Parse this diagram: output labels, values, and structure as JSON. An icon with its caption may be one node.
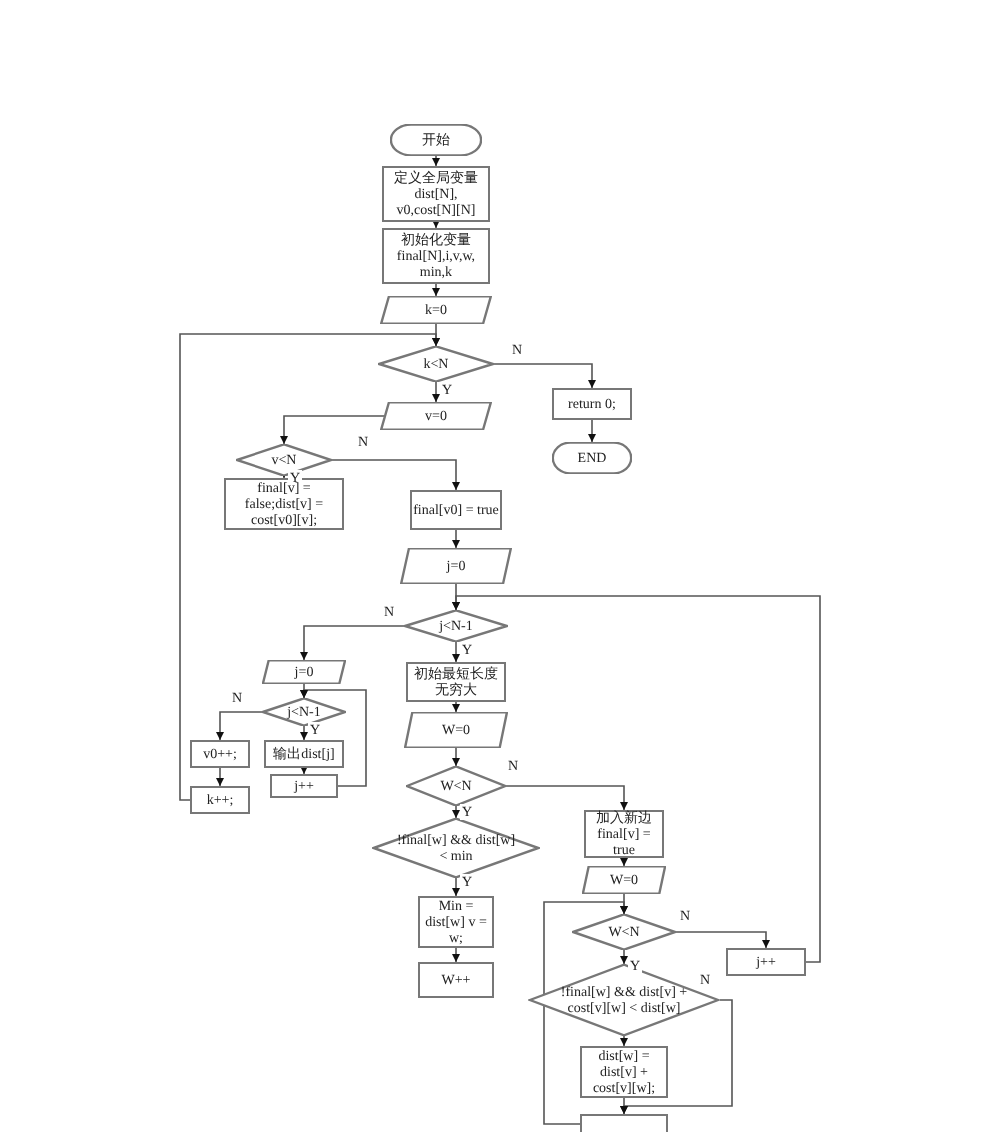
{
  "diagram": {
    "nodes": [
      {
        "text": [
          "开始"
        ]
      },
      {
        "text": [
          "定义全局变量 dist[N], v0,cost[N][N]"
        ]
      },
      {
        "text": [
          "初始化变量 final[N],i,v,w, min,k"
        ]
      },
      {
        "text": [
          "k=0"
        ]
      },
      {
        "text": [
          "k<N"
        ]
      },
      {
        "text": [
          "return 0;"
        ]
      },
      {
        "text": [
          "END"
        ]
      },
      {
        "text": [
          "v=0"
        ]
      },
      {
        "text": [
          "v<N"
        ]
      },
      {
        "text": [
          "final[v] = false;dist[v] = cost[v0][v];"
        ]
      },
      {
        "text": [
          "final[v0] = true"
        ]
      },
      {
        "text": [
          "j=0"
        ]
      },
      {
        "text": [
          "j<N-1"
        ]
      },
      {
        "text": [
          "j=0"
        ]
      },
      {
        "text": [
          "j<N-1"
        ]
      },
      {
        "text": [
          "v0++;"
        ]
      },
      {
        "text": [
          "输出dist[j]"
        ]
      },
      {
        "text": [
          "k++;"
        ]
      },
      {
        "text": [
          "j++"
        ]
      },
      {
        "text": [
          "初始最短长度无穷大"
        ]
      },
      {
        "text": [
          "W=0"
        ]
      },
      {
        "text": [
          "W<N"
        ]
      },
      {
        "text": [
          "!final[w] && dist[w] < min"
        ]
      },
      {
        "text": [
          "Min = dist[w] v = w;"
        ]
      },
      {
        "text": [
          "W++"
        ]
      },
      {
        "text": [
          "加入新边 final[v] = true"
        ]
      },
      {
        "text": [
          "W=0"
        ]
      },
      {
        "text": [
          "W<N"
        ]
      },
      {
        "text": [
          "j++"
        ]
      },
      {
        "text": [
          "!final[w] && dist[v] + cost[v][w] < dist[w]"
        ]
      },
      {
        "text": [
          "dist[w] = dist[v] + cost[v][w];"
        ]
      },
      {
        "text": [],
        "shape": "box"
      }
    ],
    "edges": [
      {
        "from": 0,
        "to": 1,
        "arrow": "to"
      },
      {
        "from": 1,
        "to": 2,
        "arrow": "to"
      },
      {
        "from": 2,
        "to": 3,
        "arrow": "to"
      },
      {
        "from": 3,
        "to": 4,
        "arrow": "to"
      },
      {
        "from": 4,
        "to": 5,
        "arrow": "to",
        "label": "N"
      },
      {
        "from": 5,
        "to": 6,
        "arrow": "to"
      },
      {
        "from": 4,
        "to": 7,
        "arrow": "to",
        "label": "Y"
      },
      {
        "from": 7,
        "to": 8,
        "arrow": "to"
      },
      {
        "from": 8,
        "to": 9,
        "arrow": "to",
        "label": "Y"
      },
      {
        "from": 8,
        "to": 10,
        "arrow": "to",
        "label": "N"
      },
      {
        "from": 10,
        "to": 11,
        "arrow": "to"
      },
      {
        "from": 11,
        "to": 12,
        "arrow": "to"
      },
      {
        "from": 12,
        "to": 13,
        "arrow": "to",
        "label": "N"
      },
      {
        "from": 12,
        "to": 19,
        "arrow": "to",
        "label": "Y"
      },
      {
        "from": 13,
        "to": 14,
        "arrow": "to"
      },
      {
        "from": 14,
        "to": 15,
        "arrow": "to",
        "label": "N"
      },
      {
        "from": 14,
        "to": 16,
        "arrow": "to",
        "label": "Y"
      },
      {
        "from": 16,
        "to": 18,
        "arrow": "to"
      },
      {
        "from": 18,
        "to": 14,
        "arrow": "to"
      },
      {
        "from": 15,
        "to": 17,
        "arrow": "to"
      },
      {
        "from": 17,
        "to": 4,
        "arrow": "to"
      },
      {
        "from": 19,
        "to": 20,
        "arrow": "to"
      },
      {
        "from": 20,
        "to": 21,
        "arrow": "to"
      },
      {
        "from": 21,
        "to": 25,
        "arrow": "to",
        "label": "N"
      },
      {
        "from": 21,
        "to": 22,
        "arrow": "to",
        "label": "Y"
      },
      {
        "from": 22,
        "to": 23,
        "arrow": "to",
        "label": "Y"
      },
      {
        "from": 23,
        "to": 24,
        "arrow": "to"
      },
      {
        "from": 25,
        "to": 26,
        "arrow": "to"
      },
      {
        "from": 26,
        "to": 27,
        "arrow": "to"
      },
      {
        "from": 27,
        "to": 28,
        "arrow": "to",
        "label": "N"
      },
      {
        "from": 27,
        "to": 29,
        "arrow": "to",
        "label": "Y"
      },
      {
        "from": 29,
        "to": 30,
        "arrow": "to"
      },
      {
        "from": 29,
        "to": 31,
        "arrow": "to",
        "label": "N"
      },
      {
        "from": 30,
        "to": 31,
        "arrow": "to"
      },
      {
        "from": 31,
        "to": 27,
        "arrow": "to"
      },
      {
        "from": 28,
        "to": 12,
        "arrow": "to"
      }
    ]
  }
}
